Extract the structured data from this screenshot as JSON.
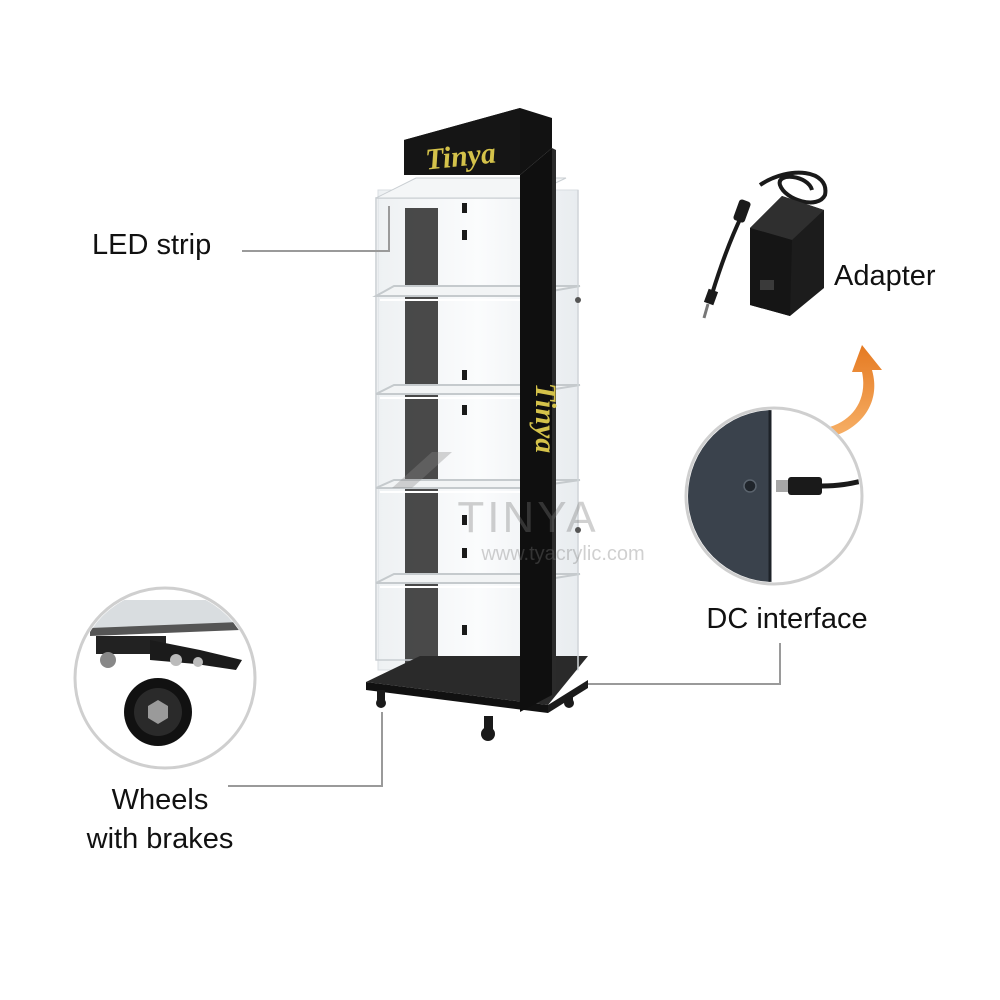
{
  "brand": {
    "name": "Tinya",
    "watermark": "TINYA",
    "website": "www.tyacrylic.com",
    "accent_color": "#d4c24a"
  },
  "callouts": {
    "led_strip": "LED strip",
    "adapter": "Adapter",
    "dc_interface": "DC interface",
    "wheels_line1": "Wheels",
    "wheels_line2": "with brakes"
  },
  "colors": {
    "cabinet_black": "#151515",
    "leader_line": "#9a9a9a",
    "arrow_orange": "#e57a22",
    "inset_panel": "#3a424c"
  }
}
